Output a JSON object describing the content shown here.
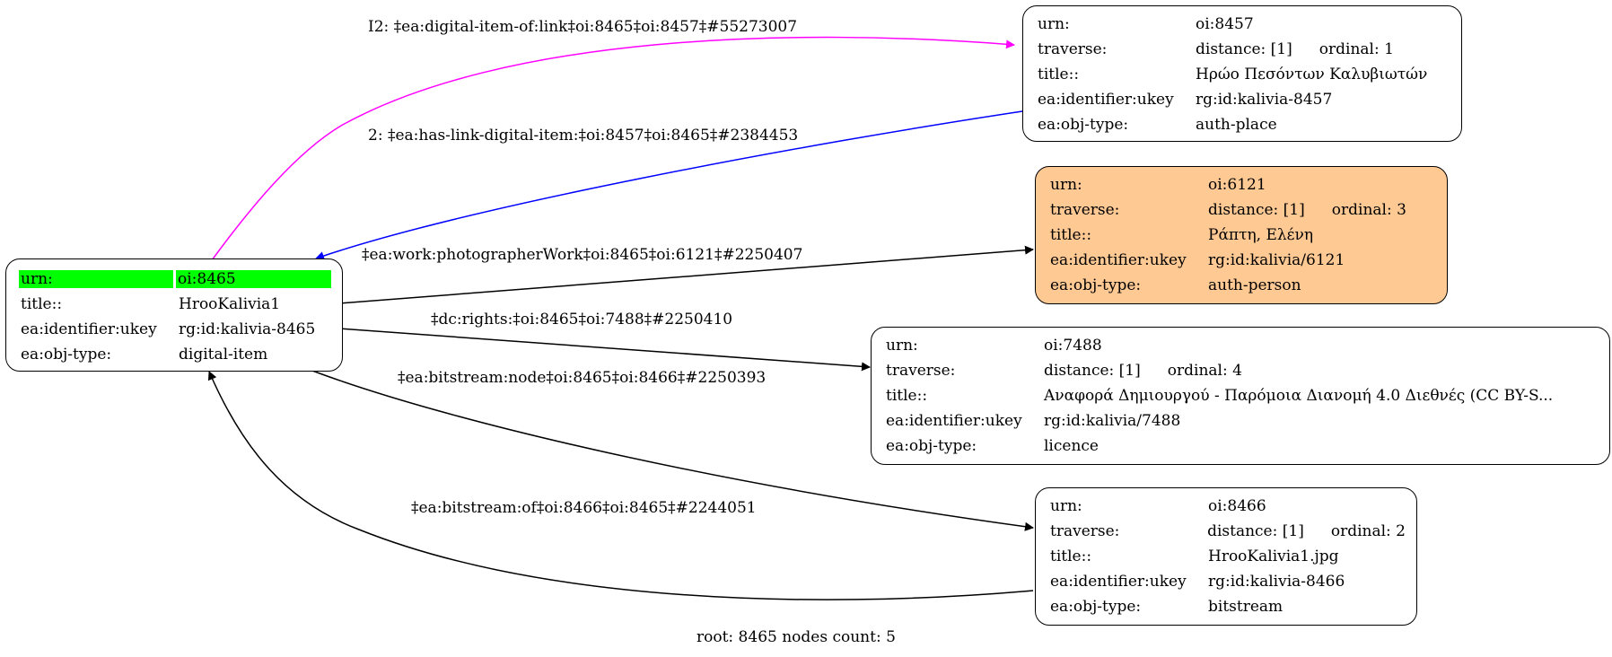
{
  "graph": {
    "root_node": {
      "rows": [
        {
          "key": "urn:",
          "value": "oi:8465"
        },
        {
          "key": "title::",
          "value": "HrooKalivia1"
        },
        {
          "key": "ea:identifier:ukey",
          "value": "rg:id:kalivia-8465"
        },
        {
          "key": "ea:obj-type:",
          "value": "digital-item"
        }
      ],
      "highlight_color": "#00ff00"
    },
    "nodes": [
      {
        "id": "8457",
        "fill": "#ffffff",
        "urn": "oi:8457",
        "distance": "distance: [1]",
        "ordinal": "ordinal: 1",
        "title": "Ηρώο Πεσόντων Καλυβιωτών",
        "ukey": "rg:id:kalivia-8457",
        "obj_type": "auth-place"
      },
      {
        "id": "6121",
        "fill": "#ffc994",
        "urn": "oi:6121",
        "distance": "distance: [1]",
        "ordinal": "ordinal: 3",
        "title": "Ράπτη, Ελένη",
        "ukey": "rg:id:kalivia/6121",
        "obj_type": "auth-person"
      },
      {
        "id": "7488",
        "fill": "#ffffff",
        "urn": "oi:7488",
        "distance": "distance: [1]",
        "ordinal": "ordinal: 4",
        "title": "Αναφορά Δημιουργού - Παρόμοια Διανομή 4.0 Διεθνές (CC BY-S...",
        "ukey": "rg:id:kalivia/7488",
        "obj_type": "licence"
      },
      {
        "id": "8466",
        "fill": "#ffffff",
        "urn": "oi:8466",
        "distance": "distance: [1]",
        "ordinal": "ordinal: 2",
        "title": "HrooKalivia1.jpg",
        "ukey": "rg:id:kalivia-8466",
        "obj_type": "bitstream"
      }
    ],
    "keys": {
      "urn": "urn:",
      "traverse": "traverse:",
      "title": "title::",
      "ukey": "ea:identifier:ukey",
      "obj_type": "ea:obj-type:"
    },
    "edges": [
      {
        "label": "I2: ‡ea:digital-item-of:link‡oi:8465‡oi:8457‡#55273007",
        "from": "8465",
        "to": "8457",
        "color": "#ff00ff"
      },
      {
        "label": "2: ‡ea:has-link-digital-item:‡oi:8457‡oi:8465‡#2384453",
        "from": "8457",
        "to": "8465",
        "color": "#0000ff"
      },
      {
        "label": "‡ea:work:photographerWork‡oi:8465‡oi:6121‡#2250407",
        "from": "8465",
        "to": "6121",
        "color": "#000000"
      },
      {
        "label": "‡dc:rights:‡oi:8465‡oi:7488‡#2250410",
        "from": "8465",
        "to": "7488",
        "color": "#000000"
      },
      {
        "label": "‡ea:bitstream:node‡oi:8465‡oi:8466‡#2250393",
        "from": "8465",
        "to": "8466",
        "color": "#000000"
      },
      {
        "label": "‡ea:bitstream:of‡oi:8466‡oi:8465‡#2244051",
        "from": "8466",
        "to": "8465",
        "color": "#000000"
      }
    ],
    "footer": "root: 8465 nodes count: 5"
  }
}
